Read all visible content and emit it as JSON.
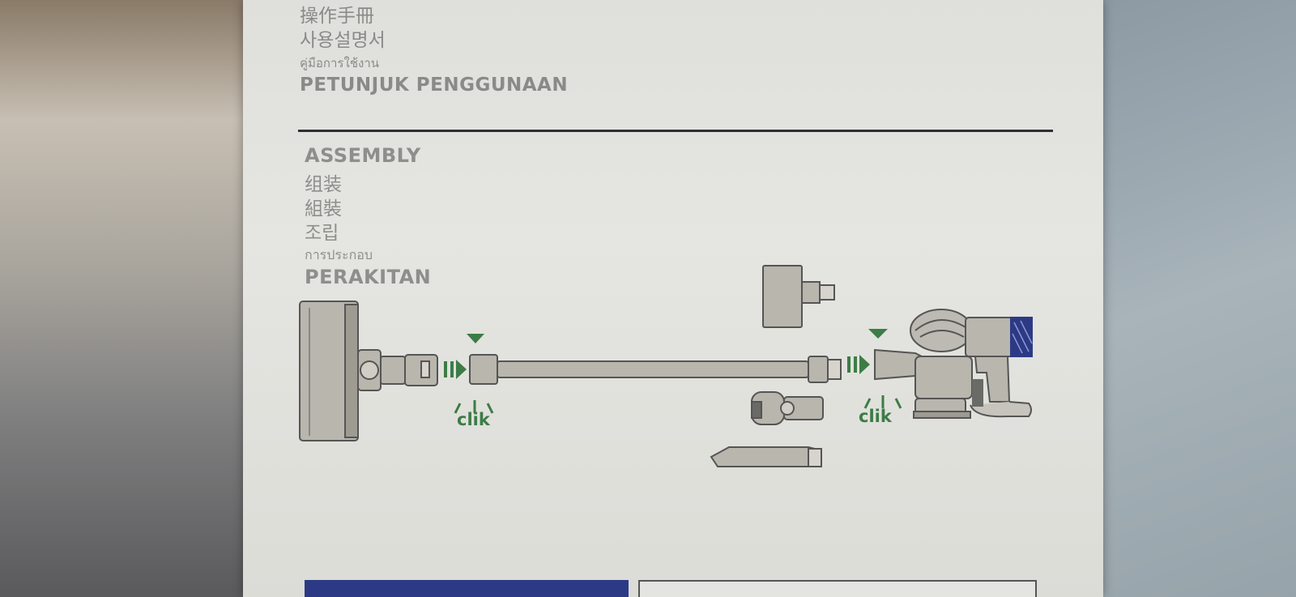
{
  "header": {
    "lines": [
      {
        "text": "操作手冊",
        "lang": "zh-Hant"
      },
      {
        "text": "사용설명서",
        "lang": "ko"
      },
      {
        "text": "คู่มือการใช้งาน",
        "lang": "th"
      },
      {
        "text": "PETUNJUK PENGGUNAAN",
        "lang": "id"
      }
    ]
  },
  "assembly": {
    "titles": [
      {
        "text": "ASSEMBLY",
        "lang": "en"
      },
      {
        "text": "组装",
        "lang": "zh-Hans"
      },
      {
        "text": "組裝",
        "lang": "zh-Hant"
      },
      {
        "text": "조립",
        "lang": "ko"
      },
      {
        "text": "การประกอบ",
        "lang": "th"
      },
      {
        "text": "PERAKITAN",
        "lang": "id"
      }
    ]
  },
  "diagram": {
    "click_labels": [
      "clik",
      "clik"
    ],
    "parts": [
      "cleaner-head",
      "wand",
      "combination-tool",
      "crevice-tool",
      "mini-motorised-tool",
      "handheld-unit"
    ],
    "colors": {
      "arrow": "#3c7c46",
      "part_fill": "#b8b6ad",
      "part_stroke": "#555555",
      "accent_blue": "#2c3a86"
    }
  }
}
